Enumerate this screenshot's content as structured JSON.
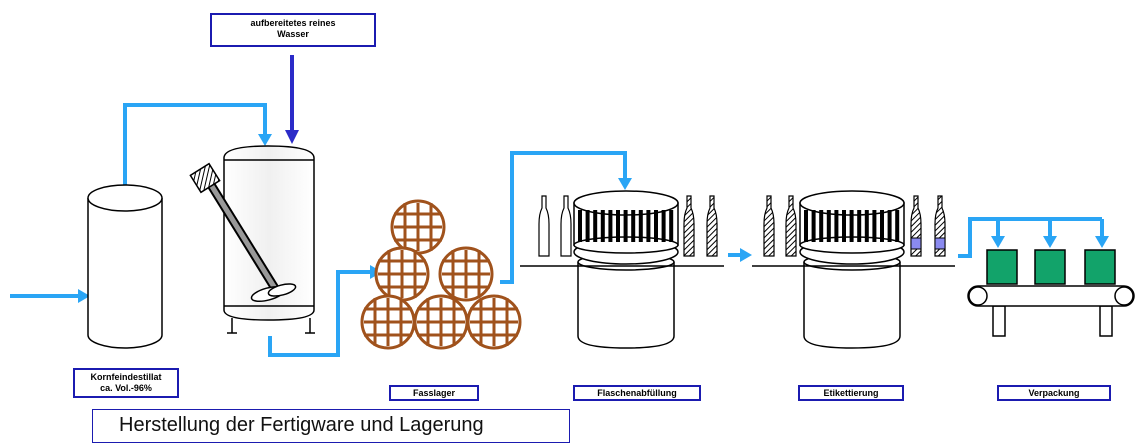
{
  "labels": {
    "water": [
      "aufbereitetes reines",
      "Wasser"
    ],
    "distillate": [
      "Kornfeindestillat",
      "ca. Vol.-96%"
    ],
    "barrel_storage": "Fasslager",
    "bottling": "Flaschenabfüllung",
    "labeling": "Etikettierung",
    "packaging": "Verpackung"
  },
  "title": "Herstellung der Fertigware und Lagerung",
  "colors": {
    "flow_arrow": "#2aa5f5",
    "water_arrow": "#2b2bc8",
    "label_border": "#1b1bb0",
    "barrel": "#a0521c",
    "package": "#12a36a",
    "outline": "#000000"
  }
}
